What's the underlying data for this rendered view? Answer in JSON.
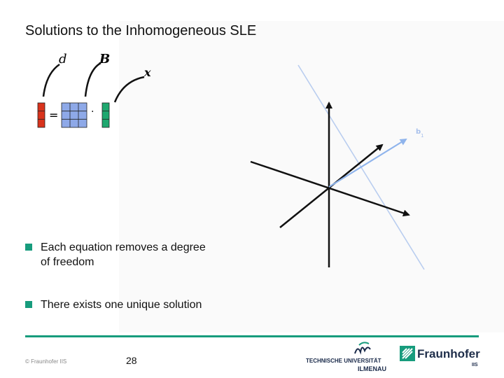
{
  "slide": {
    "title": "Solutions to the Inhomogeneous SLE",
    "bullets": [
      {
        "line1": "Each equation removes a degree",
        "line2": "of freedom"
      },
      {
        "line1": "There exists one unique solution"
      }
    ],
    "labels": {
      "d": "d",
      "B": "B",
      "x": "x",
      "eq": "=",
      "dot": "·",
      "bvec": "b",
      "bsub": "1"
    },
    "colors": {
      "red": "#d9331c",
      "blue": "#8ea9e8",
      "green": "#1ea86f",
      "accent": "#179c7d"
    }
  },
  "footer": {
    "copyright": "© Fraunhofer IIS",
    "page": "28",
    "tu": {
      "line1": "TECHNISCHE UNIVERSITÄT",
      "line2": "ILMENAU"
    },
    "fraunhofer": {
      "name": "Fraunhofer",
      "sub": "IIS"
    }
  }
}
